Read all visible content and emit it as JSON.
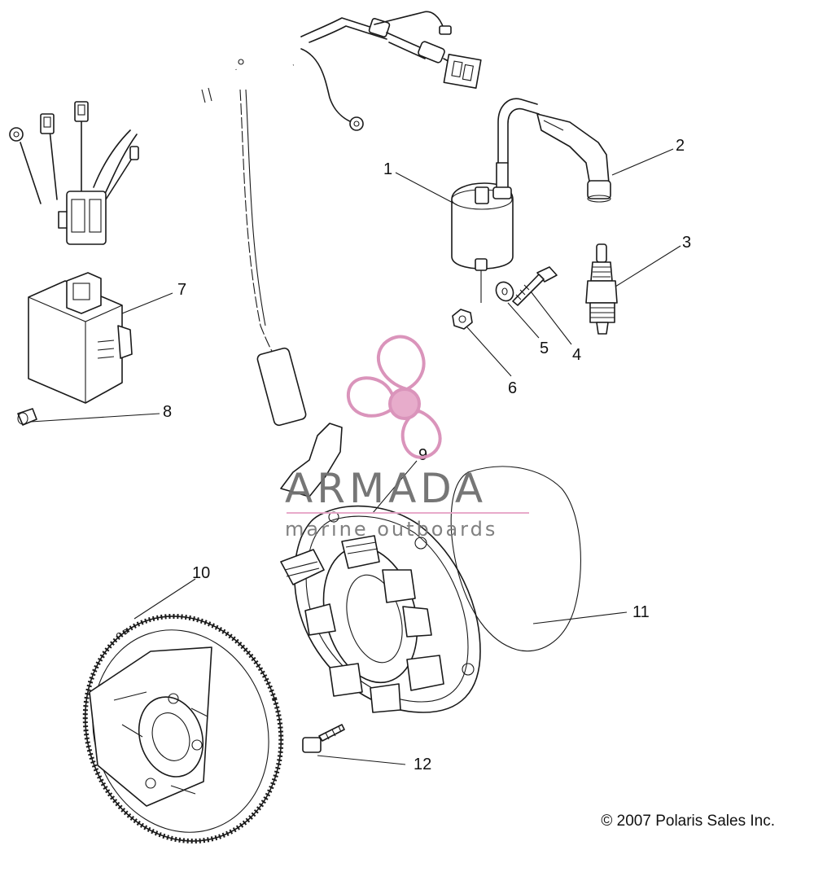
{
  "callouts": [
    "1",
    "2",
    "3",
    "4",
    "5",
    "6",
    "7",
    "8",
    "9",
    "10",
    "11",
    "12"
  ],
  "watermark": {
    "title": "ARMADA",
    "subtitle": "marine outboards",
    "colors": {
      "logo": "#d98fb8",
      "text": "#6f6f6f",
      "rule": "#e7a6c8"
    }
  },
  "copyright": "© 2007 Polaris Sales Inc."
}
